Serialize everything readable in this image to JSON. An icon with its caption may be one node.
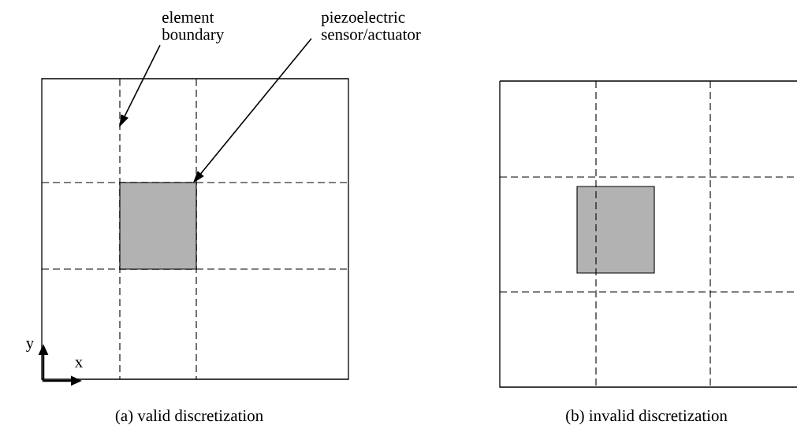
{
  "diagram": {
    "nodes": [
      {
        "text": [
          "element boundary"
        ]
      },
      {
        "text": [
          "piezoelectric sensor/actuator"
        ]
      },
      {
        "text": [],
        "shape": "box"
      },
      {
        "text": [],
        "shape": "box"
      }
    ],
    "edges": [
      {
        "from": 0,
        "to": null,
        "arrow": "to"
      },
      {
        "from": 1,
        "to": 2,
        "arrow": "to"
      }
    ],
    "labels": [
      "y",
      "x",
      "(a) valid discretization",
      "(b) invalid discretization"
    ]
  }
}
